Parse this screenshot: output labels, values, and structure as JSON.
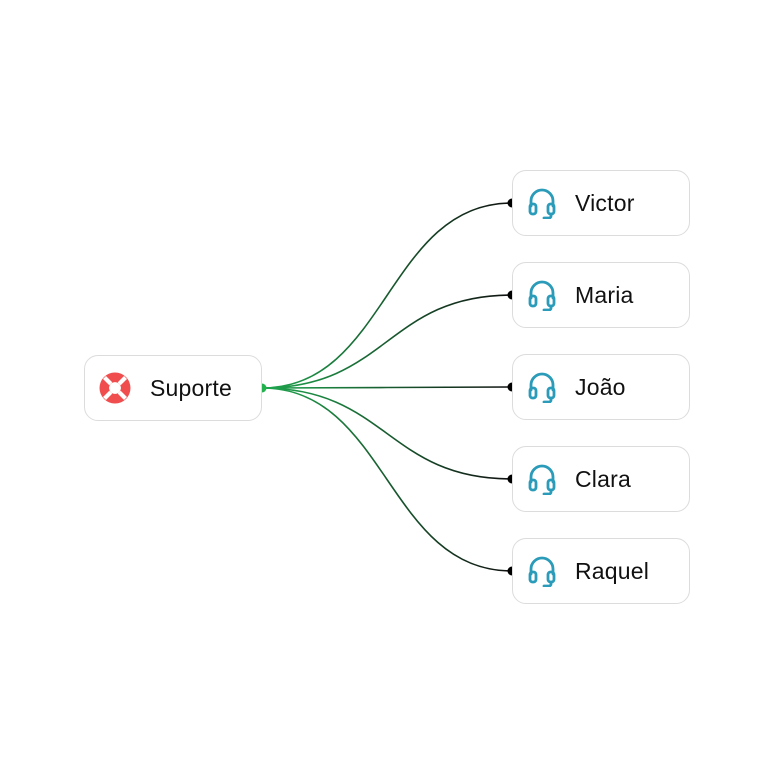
{
  "diagram": {
    "root": {
      "label": "Suporte",
      "icon": "lifebuoy-icon",
      "icon_color": "#f04e4e"
    },
    "agents": [
      {
        "label": "Victor",
        "icon": "headset-icon"
      },
      {
        "label": "Maria",
        "icon": "headset-icon"
      },
      {
        "label": "João",
        "icon": "headset-icon"
      },
      {
        "label": "Clara",
        "icon": "headset-icon"
      },
      {
        "label": "Raquel",
        "icon": "headset-icon"
      }
    ],
    "colors": {
      "agent_icon": "#2a9bb8",
      "edge_start": "#1fa84f",
      "edge_end": "#111111",
      "source_dot": "#22b14c",
      "target_dot": "#000000",
      "node_border": "#dcdcdc"
    }
  }
}
